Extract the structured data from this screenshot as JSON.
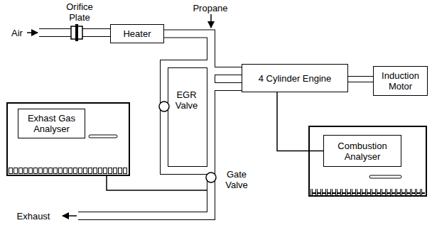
{
  "diagram": {
    "nodes": [
      {
        "text": [
          "Heater"
        ]
      },
      {
        "text": [
          "4 Cylinder Engine"
        ]
      },
      {
        "text": [
          "Induction Motor"
        ]
      },
      {
        "text": [
          "Exhast Gas Analyser"
        ]
      },
      {
        "text": [
          "Combustion Analyser"
        ]
      }
    ],
    "edges": [
      {
        "from": 0,
        "to": 1,
        "arrow": "none"
      },
      {
        "from": 1,
        "to": 2,
        "arrow": "none"
      },
      {
        "from": 1,
        "to": 4,
        "arrow": "none"
      }
    ],
    "labels": [
      "Orifice Plate",
      "Propane",
      "Air",
      "EGR Valve",
      "Gate Valve",
      "Exhaust"
    ]
  }
}
